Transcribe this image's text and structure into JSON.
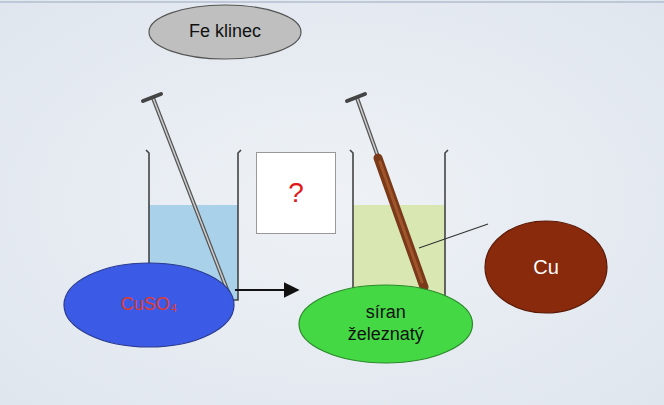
{
  "diagram": {
    "nodes": [
      {
        "text": [
          "Fe klinec"
        ]
      },
      {
        "text": [
          "?"
        ]
      },
      {
        "text": [
          "CuSO₄"
        ]
      },
      {
        "text": [
          "síran železnatý"
        ]
      },
      {
        "text": [
          "Cu"
        ]
      }
    ],
    "edges": [
      {
        "from": 2,
        "to": 3,
        "arrow": "to"
      }
    ]
  }
}
